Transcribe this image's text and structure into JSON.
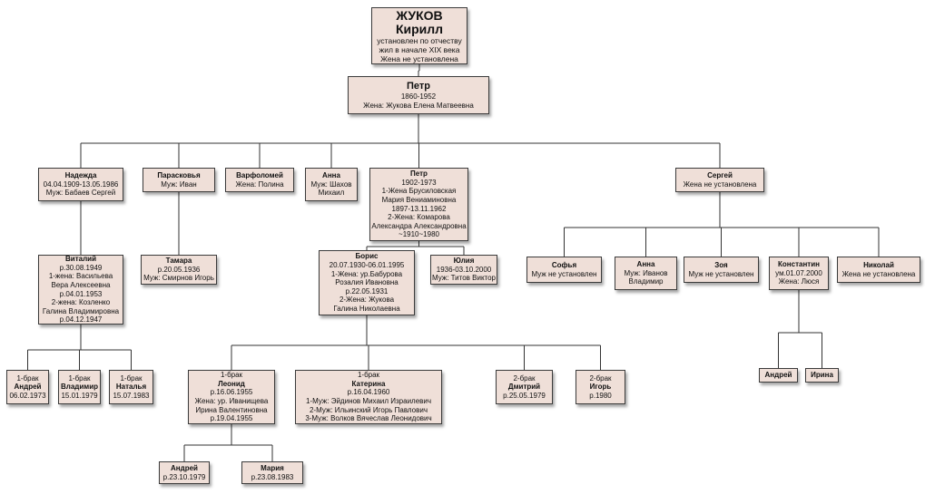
{
  "nodes": [
    {
      "id": "kirill",
      "lines": [
        {
          "t": "ЖУКОВ",
          "b": true,
          "cls": "title"
        },
        {
          "t": "Кирилл",
          "b": true,
          "cls": "title"
        },
        {
          "t": "установлен по отчеству"
        },
        {
          "t": "жил в начале XIX века"
        },
        {
          "t": "Жена не установлена"
        }
      ]
    },
    {
      "id": "petr1",
      "lines": [
        {
          "t": "Петр",
          "b": true,
          "cls": "name"
        },
        {
          "t": "1860-1952"
        },
        {
          "t": "Жена: Жукова Елена Матвеевна"
        }
      ]
    },
    {
      "id": "nadezhda",
      "lines": [
        {
          "t": "Надежда",
          "b": true
        },
        {
          "t": "04.04.1909-13.05.1986"
        },
        {
          "t": "Муж: Бабаев Сергей"
        }
      ]
    },
    {
      "id": "paraskovya",
      "lines": [
        {
          "t": "Парасковья",
          "b": true
        },
        {
          "t": "Муж: Иван"
        }
      ]
    },
    {
      "id": "varfolomey",
      "lines": [
        {
          "t": "Варфоломей",
          "b": true
        },
        {
          "t": "Жена: Полина"
        }
      ]
    },
    {
      "id": "anna1",
      "lines": [
        {
          "t": "Анна",
          "b": true
        },
        {
          "t": "Муж: Шахов"
        },
        {
          "t": "Михаил"
        }
      ]
    },
    {
      "id": "petr2",
      "lines": [
        {
          "t": "Петр",
          "b": true
        },
        {
          "t": "1902-1973"
        },
        {
          "t": "1-Жена Брусиловская"
        },
        {
          "t": "Мария Вениаминовна"
        },
        {
          "t": "1897-13.11.1962"
        },
        {
          "t": "2-Жена: Комарова"
        },
        {
          "t": "Александра Александровна"
        },
        {
          "t": "~1910~1980"
        }
      ]
    },
    {
      "id": "sergey",
      "lines": [
        {
          "t": "Сергей",
          "b": true
        },
        {
          "t": "Жена не установлена"
        }
      ]
    },
    {
      "id": "vitaliy",
      "lines": [
        {
          "t": "Виталий",
          "b": true
        },
        {
          "t": "р.30.08.1949"
        },
        {
          "t": "1-жена: Васильева"
        },
        {
          "t": "Вера Алексеевна"
        },
        {
          "t": "р.04.01.1953"
        },
        {
          "t": "2-жена: Козленко"
        },
        {
          "t": "Галина Владимировна"
        },
        {
          "t": "р.04.12.1947"
        }
      ]
    },
    {
      "id": "tamara",
      "lines": [
        {
          "t": "Тамара",
          "b": true
        },
        {
          "t": "р.20.05.1936"
        },
        {
          "t": "Муж: Смирнов Игорь"
        }
      ]
    },
    {
      "id": "boris",
      "lines": [
        {
          "t": "Борис",
          "b": true
        },
        {
          "t": "20.07.1930-06.01.1995"
        },
        {
          "t": "1-Жена: ур.Бабурова"
        },
        {
          "t": "Розалия Ивановна"
        },
        {
          "t": "р.22.05.1931"
        },
        {
          "t": "2-Жена: Жукова"
        },
        {
          "t": "Галина Николаевна"
        }
      ]
    },
    {
      "id": "yuliya",
      "lines": [
        {
          "t": "Юлия",
          "b": true
        },
        {
          "t": "1936-03.10.2000"
        },
        {
          "t": "Муж: Титов Виктор"
        }
      ]
    },
    {
      "id": "sofya",
      "lines": [
        {
          "t": "Софья",
          "b": true
        },
        {
          "t": "Муж не установлен"
        }
      ]
    },
    {
      "id": "anna2",
      "lines": [
        {
          "t": "Анна",
          "b": true
        },
        {
          "t": "Муж: Иванов"
        },
        {
          "t": "Владимир"
        }
      ]
    },
    {
      "id": "zoya",
      "lines": [
        {
          "t": "Зоя",
          "b": true
        },
        {
          "t": "Муж не установлен"
        }
      ]
    },
    {
      "id": "konstantin",
      "lines": [
        {
          "t": "Константин",
          "b": true
        },
        {
          "t": "ум.01.07.2000"
        },
        {
          "t": "Жена: Люся"
        }
      ]
    },
    {
      "id": "nikolay",
      "lines": [
        {
          "t": "Николай",
          "b": true
        },
        {
          "t": "Жена не установлена"
        }
      ]
    },
    {
      "id": "andrey1",
      "lines": [
        {
          "t": "1-брак"
        },
        {
          "t": "Андрей",
          "b": true
        },
        {
          "t": "06.02.1973"
        }
      ]
    },
    {
      "id": "vladimir",
      "lines": [
        {
          "t": "1-брак"
        },
        {
          "t": "Владимир",
          "b": true
        },
        {
          "t": "15.01.1979"
        }
      ]
    },
    {
      "id": "natalya",
      "lines": [
        {
          "t": "1-брак"
        },
        {
          "t": "Наталья",
          "b": true
        },
        {
          "t": "15.07.1983"
        }
      ]
    },
    {
      "id": "leonid",
      "lines": [
        {
          "t": "1-брак"
        },
        {
          "t": "Леонид",
          "b": true
        },
        {
          "t": "р.16.06.1955"
        },
        {
          "t": "Жена: ур. Иванищева"
        },
        {
          "t": "Ирина Валентиновна"
        },
        {
          "t": "р.19.04.1955"
        }
      ]
    },
    {
      "id": "katerina",
      "lines": [
        {
          "t": "1-брак"
        },
        {
          "t": "Катерина",
          "b": true
        },
        {
          "t": "р.16.04.1960"
        },
        {
          "t": "1-Муж: Эйдинов Михаил Израилевич"
        },
        {
          "t": "2-Муж: Ильинский Игорь Павлович"
        },
        {
          "t": "3-Муж: Волков Вячеслав Леонидович"
        }
      ]
    },
    {
      "id": "dmitriy",
      "lines": [
        {
          "t": "2-брак"
        },
        {
          "t": "Дмитрий",
          "b": true
        },
        {
          "t": "р.25.05.1979"
        }
      ]
    },
    {
      "id": "igor",
      "lines": [
        {
          "t": "2-брак"
        },
        {
          "t": "Игорь",
          "b": true
        },
        {
          "t": "р.1980"
        }
      ]
    },
    {
      "id": "andrey2",
      "lines": [
        {
          "t": "Андрей",
          "b": true
        }
      ]
    },
    {
      "id": "irina",
      "lines": [
        {
          "t": "Ирина",
          "b": true
        }
      ]
    },
    {
      "id": "andrey3",
      "lines": [
        {
          "t": "Андрей",
          "b": true
        },
        {
          "t": "р.23.10.1979"
        }
      ]
    },
    {
      "id": "mariya",
      "lines": [
        {
          "t": "Мария",
          "b": true
        },
        {
          "t": "р.23.08.1983"
        }
      ]
    }
  ],
  "edges": [
    [
      "kirill",
      "petr1"
    ],
    [
      "petr1",
      "nadezhda"
    ],
    [
      "petr1",
      "paraskovya"
    ],
    [
      "petr1",
      "varfolomey"
    ],
    [
      "petr1",
      "anna1"
    ],
    [
      "petr1",
      "petr2"
    ],
    [
      "petr1",
      "sergey"
    ],
    [
      "nadezhda",
      "vitaliy"
    ],
    [
      "paraskovya",
      "tamara"
    ],
    [
      "petr2",
      "boris"
    ],
    [
      "petr2",
      "yuliya"
    ],
    [
      "sergey",
      "sofya"
    ],
    [
      "sergey",
      "anna2"
    ],
    [
      "sergey",
      "zoya"
    ],
    [
      "sergey",
      "konstantin"
    ],
    [
      "sergey",
      "nikolay"
    ],
    [
      "vitaliy",
      "andrey1"
    ],
    [
      "vitaliy",
      "vladimir"
    ],
    [
      "vitaliy",
      "natalya"
    ],
    [
      "boris",
      "leonid"
    ],
    [
      "boris",
      "katerina"
    ],
    [
      "boris",
      "dmitriy"
    ],
    [
      "boris",
      "igor"
    ],
    [
      "konstantin",
      "andrey2"
    ],
    [
      "konstantin",
      "irina"
    ],
    [
      "leonid",
      "andrey3"
    ],
    [
      "leonid",
      "mariya"
    ]
  ]
}
